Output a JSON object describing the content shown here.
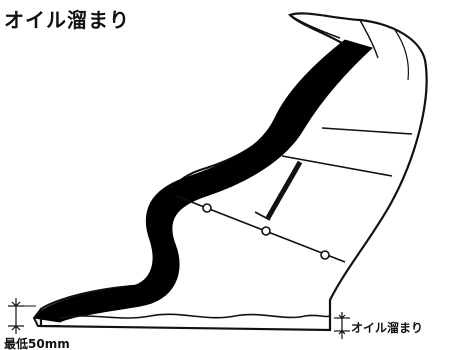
{
  "title": "オイル溜まり",
  "labels": {
    "right": "オイル溜まり",
    "bottom": "最低50mm"
  }
}
